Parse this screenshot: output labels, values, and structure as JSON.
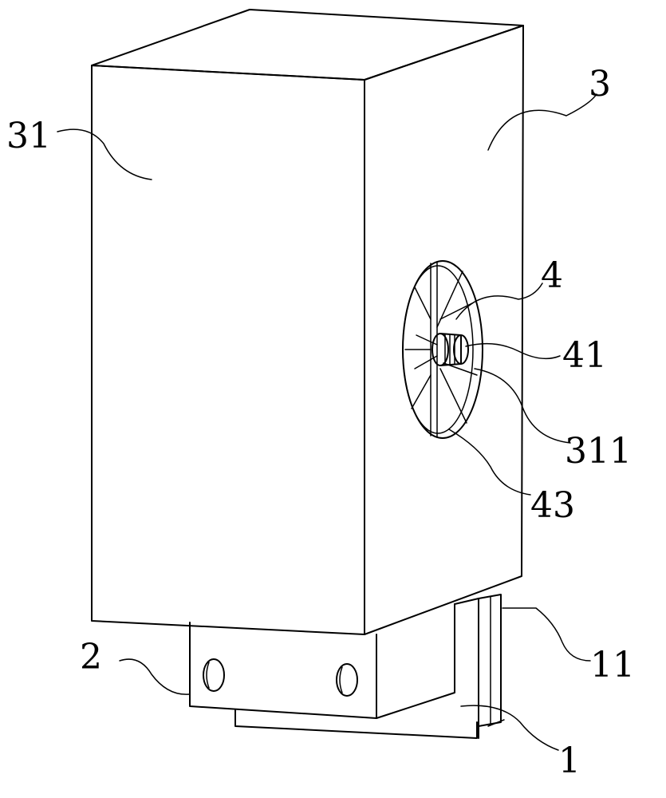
{
  "labels": {
    "l3": "3",
    "l31": "31",
    "l4": "4",
    "l41": "41",
    "l311": "311",
    "l43": "43",
    "l2": "2",
    "l11": "11",
    "l1": "1"
  }
}
